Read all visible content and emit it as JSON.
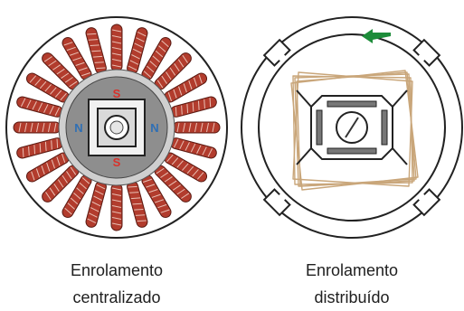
{
  "left_figure": {
    "caption_line1": "Enrolamento",
    "caption_line2": "centralizado",
    "pole_top": "S",
    "pole_bottom": "S",
    "pole_left": "N",
    "pole_right": "N",
    "slot_count": 24
  },
  "right_figure": {
    "caption_line1": "Enrolamento",
    "caption_line2": "distribuído",
    "notch_count": 4,
    "arrow_direction": "left"
  },
  "colors": {
    "coil": "#b23c2d",
    "coil_stripe": "#e9c0b4",
    "pole_label_s": "#d9312a",
    "pole_label_n": "#2f6fb5",
    "rotor_gray": "#8e8e8e",
    "arrow": "#1d8c3a",
    "winding_wire": "#c9a67a"
  }
}
